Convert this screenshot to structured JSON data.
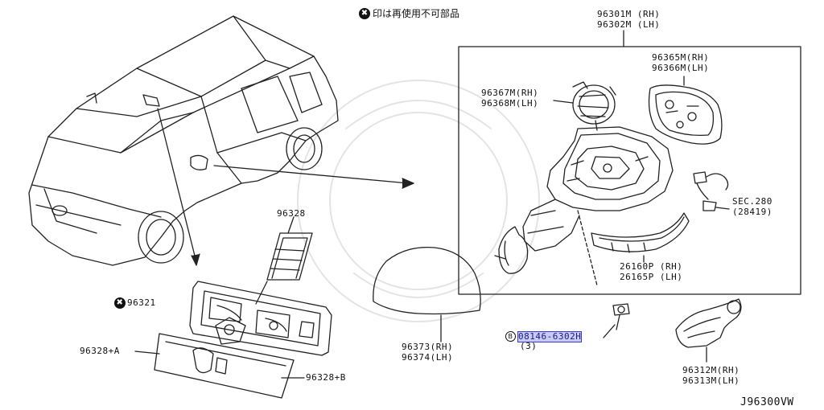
{
  "note": {
    "mark": "✖",
    "text": "印は再使用不可部品"
  },
  "parts": {
    "p96301M_rh": "96301M (RH)",
    "p96302M_lh": "96302M (LH)",
    "p96365M_rh": "96365M(RH)",
    "p96366M_lh": "96366M(LH)",
    "p96367M_rh": "96367M(RH)",
    "p96368M_lh": "96368M(LH)",
    "sec280": "SEC.280",
    "sec280_ref": "(28419)",
    "p26160P_rh": "26160P (RH)",
    "p26165P_lh": "26165P (LH)",
    "p96328": "96328",
    "p96321": "96321",
    "p96321_mark": "✖",
    "p96328A": "96328+A",
    "p96328B": "96328+B",
    "p96373_rh": "96373(RH)",
    "p96374_lh": "96374(LH)",
    "bolt_mark": "B",
    "bolt_no": "08146-6302H",
    "bolt_qty": "(3)",
    "p96312M_rh": "96312M(RH)",
    "p96313M_lh": "96313M(LH)"
  },
  "diagram_code": "J96300VW"
}
